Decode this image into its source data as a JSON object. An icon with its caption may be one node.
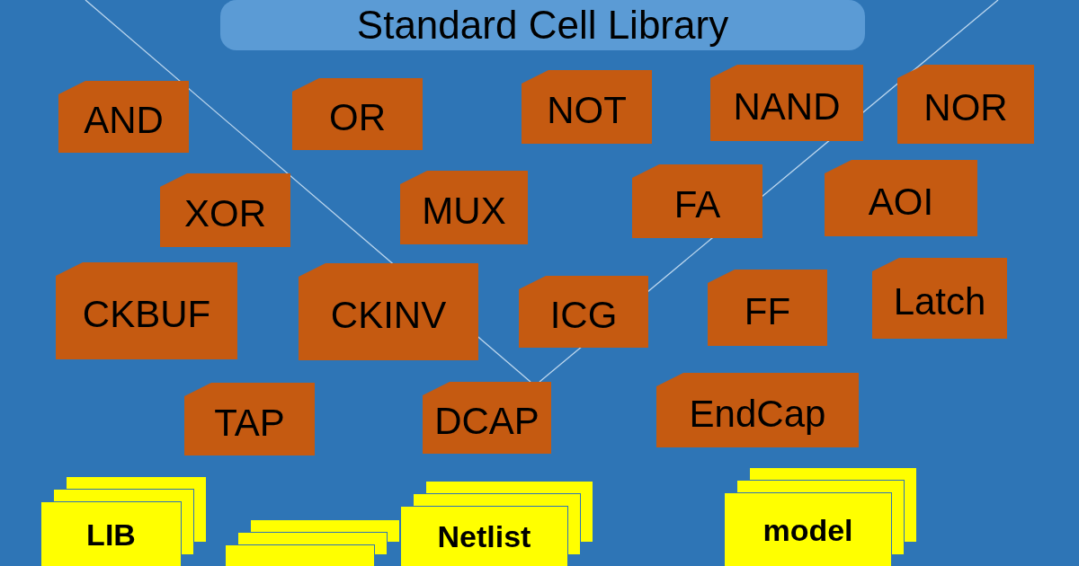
{
  "diagram": {
    "nodes": [
      {
        "text": [
          "Standard Cell Library"
        ]
      },
      {
        "text": [
          "AND"
        ]
      },
      {
        "text": [
          "OR"
        ]
      },
      {
        "text": [
          "NOT"
        ]
      },
      {
        "text": [
          "NAND"
        ]
      },
      {
        "text": [
          "NOR"
        ]
      },
      {
        "text": [
          "XOR"
        ]
      },
      {
        "text": [
          "MUX"
        ]
      },
      {
        "text": [
          "FA"
        ]
      },
      {
        "text": [
          "AOI"
        ]
      },
      {
        "text": [
          "CKBUF"
        ]
      },
      {
        "text": [
          "CKINV"
        ]
      },
      {
        "text": [
          "ICG"
        ]
      },
      {
        "text": [
          "FF"
        ]
      },
      {
        "text": [
          "Latch"
        ]
      },
      {
        "text": [
          "TAP"
        ]
      },
      {
        "text": [
          "DCAP"
        ]
      },
      {
        "text": [
          "EndCap"
        ]
      },
      {
        "text": [
          "LIB"
        ]
      },
      {
        "text": [],
        "shape": "box"
      },
      {
        "text": [
          "Netlist"
        ]
      },
      {
        "text": [
          "model"
        ]
      }
    ],
    "edges": [
      {
        "from": null,
        "to": 16,
        "arrow": "none"
      },
      {
        "from": null,
        "to": 16,
        "arrow": "none"
      }
    ]
  }
}
